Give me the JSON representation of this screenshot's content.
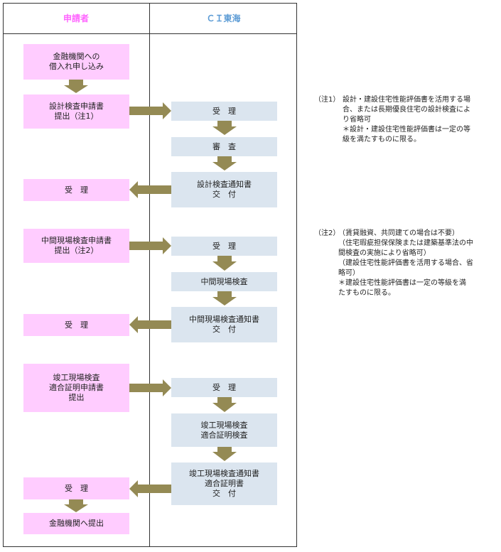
{
  "columns": {
    "applicant": {
      "label": "申請者",
      "color": "#ff66ff"
    },
    "ci": {
      "label": "ＣＩ東海",
      "color": "#5b9bd5"
    }
  },
  "steps": {
    "loan_application": "金融機関への\n借入れ申し込み",
    "design_application": "設計検査申請書\n提出（注1）",
    "design_receipt": "受　理",
    "design_review": "審　査",
    "design_notice": "設計検査通知書\n交　付",
    "applicant_receipt_1": "受　理",
    "mid_application": "中間現場検査申請書\n提出（注2）",
    "mid_receipt": "受　理",
    "mid_inspection": "中間現場検査",
    "mid_notice": "中間現場検査通知書\n交　付",
    "applicant_receipt_2": "受　理",
    "final_application": "竣工現場検査\n適合証明申請書\n提出",
    "final_receipt": "受　理",
    "final_inspection": "竣工現場検査\n適合証明検査",
    "final_notice": "竣工現場検査通知書\n適合証明書\n交　付",
    "applicant_receipt_3": "受　理",
    "submit_to_bank": "金融機関へ提出"
  },
  "notes": [
    {
      "label": "（注1）",
      "text": "設計・建設住宅性能評価書を活用する場\n合、または長期優良住宅の設計検査によ\nり省略可\n＊設計・建設住宅性能評価書は一定の等\n級を満たすものに限る。"
    },
    {
      "label": "（注2）",
      "text": "（賃貸融資、共同建ての場合は不要）\n（住宅瑕疵担保保険または建築基準法の中\n間検査の実施により省略可）\n（建設住宅性能評価書を活用する場合、省\n略可）\n＊建設住宅性能評価書は一定の等級を満\nたすものに限る。"
    }
  ],
  "colors": {
    "arrow": "#948a54",
    "pink_box": "#ffccff",
    "blue_box": "#dbe5ef",
    "border": "#333333"
  }
}
